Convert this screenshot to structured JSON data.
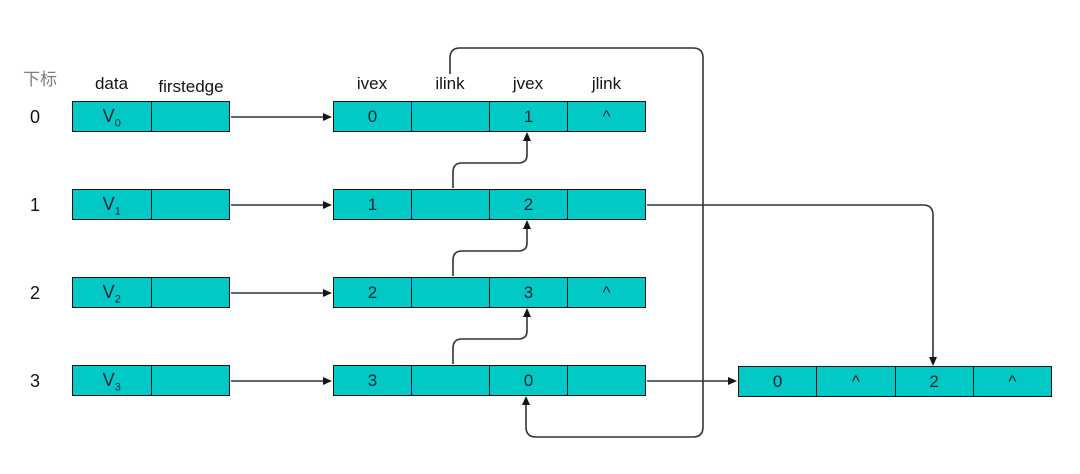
{
  "headers": {
    "index": "下标",
    "vertex": [
      "data",
      "firstedge"
    ],
    "edge": [
      "ivex",
      "ilink",
      "jvex",
      "jlink"
    ]
  },
  "rows": [
    {
      "index": "0",
      "data_label": "V",
      "data_sub": "0",
      "edge": [
        "0",
        "",
        "1",
        "^"
      ]
    },
    {
      "index": "1",
      "data_label": "V",
      "data_sub": "1",
      "edge": [
        "1",
        "",
        "2",
        ""
      ]
    },
    {
      "index": "2",
      "data_label": "V",
      "data_sub": "2",
      "edge": [
        "2",
        "",
        "3",
        "^"
      ]
    },
    {
      "index": "3",
      "data_label": "V",
      "data_sub": "3",
      "edge": [
        "3",
        "",
        "0",
        ""
      ]
    }
  ],
  "extra_edge_node": {
    "cells": [
      "0",
      "^",
      "2",
      "^"
    ]
  },
  "colors": {
    "cell_fill": "#03c9c6",
    "node_border": "#151515",
    "connector": "#333333",
    "muted_label": "#7d7d7d"
  }
}
